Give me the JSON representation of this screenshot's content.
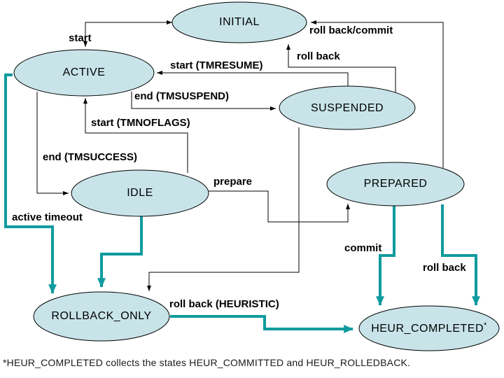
{
  "diagram": {
    "states": {
      "initial": "INITIAL",
      "active": "ACTIVE",
      "suspended": "SUSPENDED",
      "idle": "IDLE",
      "prepared": "PREPARED",
      "rollback_only": "ROLLBACK_ONLY",
      "heur_completed": "HEUR_COMPLETED",
      "heur_completed_sup": "*"
    },
    "transitions": {
      "start": "start",
      "rollback_commit": "roll back/commit",
      "rollback_top": "roll back",
      "start_tmresume": "start (TMRESUME)",
      "end_tmsuspend": "end (TMSUSPEND)",
      "start_tmnoflags": "start (TMNOFLAGS)",
      "end_tmsuccess": "end (TMSUCCESS)",
      "prepare": "prepare",
      "active_timeout": "active timeout",
      "commit": "commit",
      "rollback_right": "roll back",
      "rollback_heuristic": "roll back (HEURISTIC)"
    },
    "footnote": "*HEUR_COMPLETED collects the states HEUR_COMMITTED and HEUR_ROLLEDBACK.",
    "colors": {
      "state_fill": "#c8e4e9",
      "state_stroke": "#000000",
      "connector_black": "#000000",
      "connector_teal": "#0f9b9e"
    }
  }
}
